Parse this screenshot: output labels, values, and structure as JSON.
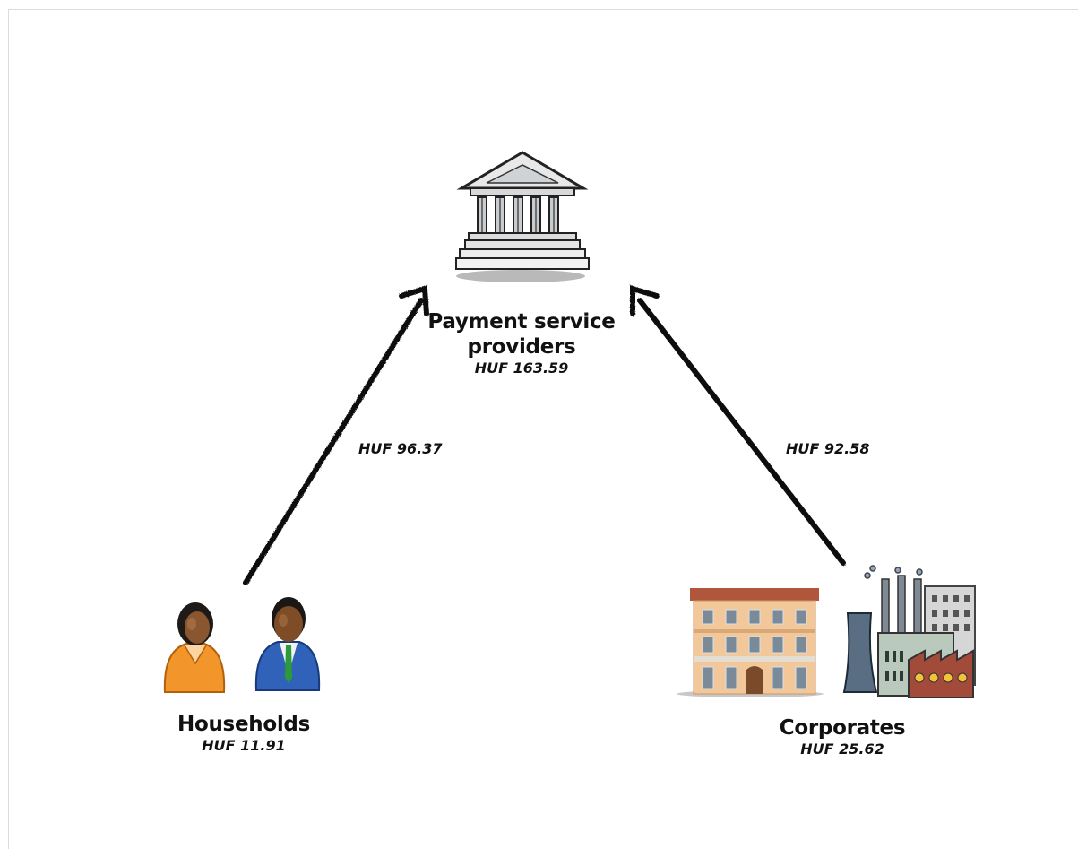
{
  "nodes": {
    "psp": {
      "title": "Payment service providers",
      "title_line1": "Payment service",
      "title_line2": "providers",
      "value": "HUF 163.59"
    },
    "households": {
      "title": "Households",
      "value": "HUF 11.91"
    },
    "corporates": {
      "title": "Corporates",
      "value": "HUF 25.62"
    }
  },
  "flows": [
    {
      "from": "households",
      "to": "psp",
      "value": "HUF 96.37"
    },
    {
      "from": "corporates",
      "to": "psp",
      "value": "HUF 92.58"
    }
  ],
  "icons": {
    "psp": "bank-building-icon",
    "households": "people-icon",
    "corporates": "office-and-factory-icon"
  },
  "colors": {
    "arrow": "#111111",
    "text": "#111111"
  }
}
